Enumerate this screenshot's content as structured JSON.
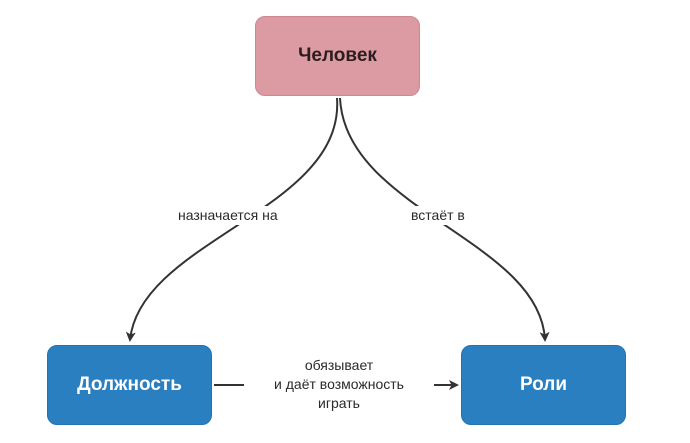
{
  "nodes": {
    "person": "Человек",
    "position": "Должность",
    "roles": "Роли"
  },
  "edges": {
    "assigned_to": "назначается на",
    "becomes": "встаёт в",
    "obliges_line1": "обязывает",
    "obliges_line2": "и даёт возможность",
    "obliges_line3": "играть"
  },
  "colors": {
    "person_fill": "#dc9aa2",
    "blue_fill": "#2a7fc1",
    "edge_stroke": "#333333"
  }
}
